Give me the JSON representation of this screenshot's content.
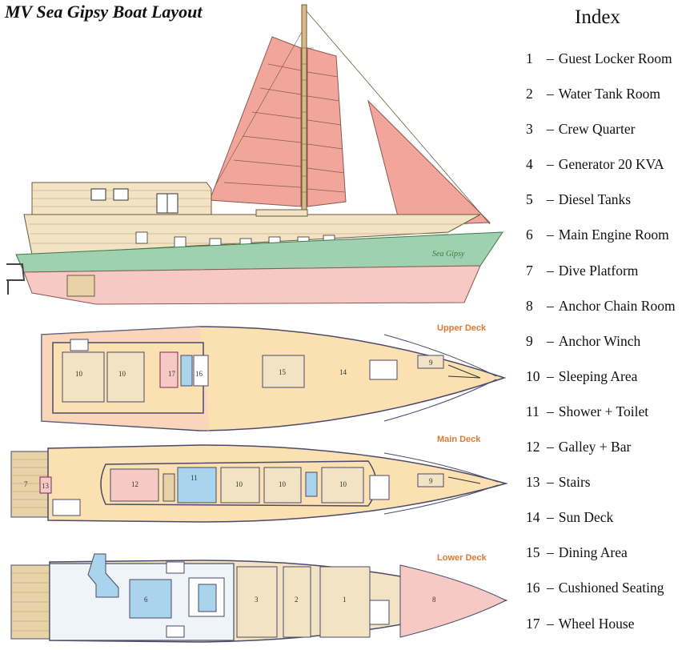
{
  "title": "MV Sea Gipsy Boat Layout",
  "hull_name": "Sea Gipsy",
  "decks": {
    "upper": "Upper Deck",
    "main": "Main Deck",
    "lower": "Lower Deck"
  },
  "index": {
    "title": "Index",
    "items": [
      {
        "num": "1",
        "dash": "–",
        "label": "Guest Locker Room"
      },
      {
        "num": "2",
        "dash": "–",
        "label": "Water Tank Room"
      },
      {
        "num": "3",
        "dash": "–",
        "label": "Crew Quarter"
      },
      {
        "num": "4",
        "dash": "–",
        "label": "Generator 20 KVA"
      },
      {
        "num": "5",
        "dash": "–",
        "label": "Diesel Tanks"
      },
      {
        "num": "6",
        "dash": "–",
        "label": "Main Engine Room"
      },
      {
        "num": "7",
        "dash": "–",
        "label": "Dive Platform"
      },
      {
        "num": "8",
        "dash": "–",
        "label": "Anchor Chain Room"
      },
      {
        "num": "9",
        "dash": "–",
        "label": "Anchor Winch"
      },
      {
        "num": "10",
        "dash": "–",
        "label": "Sleeping Area"
      },
      {
        "num": "11",
        "dash": "–",
        "label": "Shower + Toilet"
      },
      {
        "num": "12",
        "dash": "–",
        "label": "Galley + Bar"
      },
      {
        "num": "13",
        "dash": "–",
        "label": "Stairs"
      },
      {
        "num": "14",
        "dash": "–",
        "label": "Sun Deck"
      },
      {
        "num": "15",
        "dash": "–",
        "label": "Dining Area"
      },
      {
        "num": "16",
        "dash": "–",
        "label": "Cushioned Seating"
      },
      {
        "num": "17",
        "dash": "–",
        "label": "Wheel House"
      }
    ]
  },
  "room_numbers": {
    "r1": "1",
    "r2": "2",
    "r3": "3",
    "r6": "6",
    "r7": "7",
    "r8": "8",
    "r9": "9",
    "r10": "10",
    "r11": "11",
    "r12": "12",
    "r13": "13",
    "r14": "14",
    "r15": "15",
    "r16": "16",
    "r17": "17"
  },
  "colors": {
    "sail": "#f2a59a",
    "hull_pink": "#f6c9c4",
    "hull_green": "#9fd0b0",
    "wood": "#f2e3c4",
    "deck": "#fbe0b2",
    "outline": "#4a4a6a",
    "deck_label": "#e07a2e",
    "pool_blue": "#a9d4ec"
  }
}
